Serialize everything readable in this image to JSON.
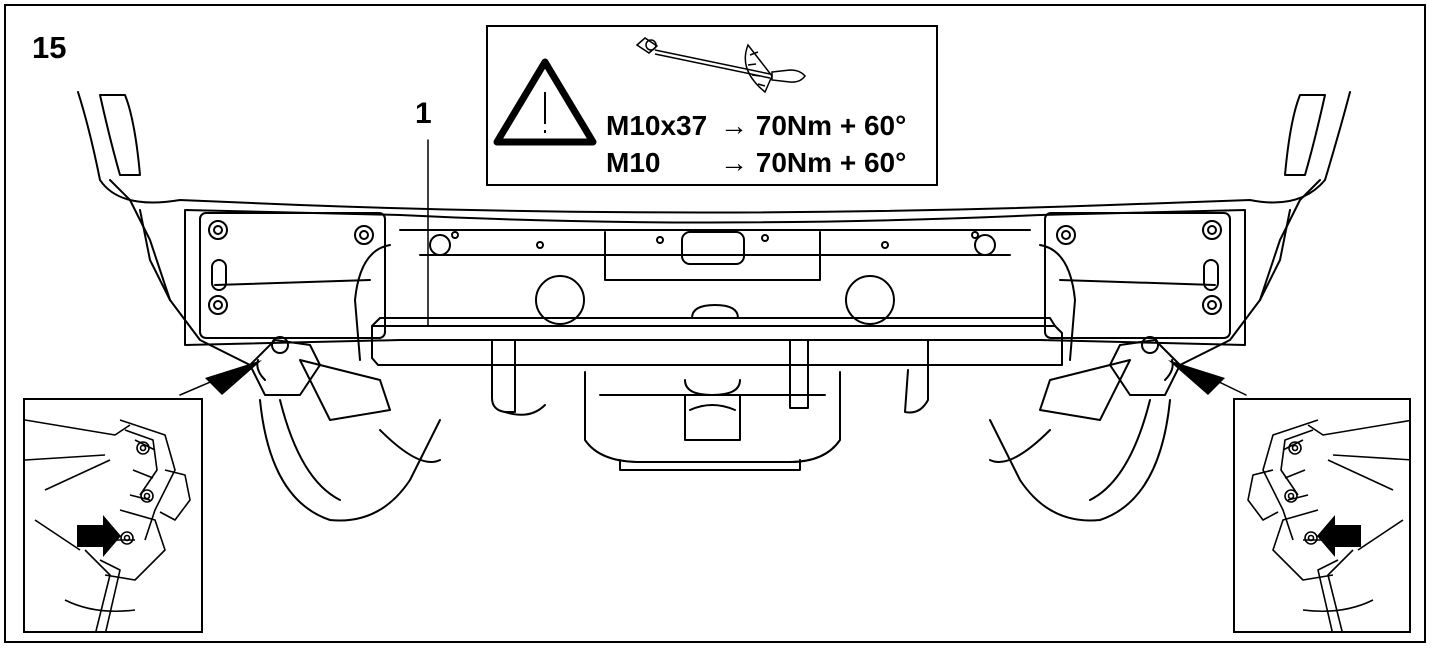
{
  "figure": {
    "step_number": "15",
    "callout_label": "1"
  },
  "torque_spec": {
    "rows": [
      {
        "bolt": "M10x37",
        "value": "→ 70Nm + 60°"
      },
      {
        "bolt": "M10",
        "value": "→ 70Nm + 60°"
      }
    ]
  },
  "icons": {
    "warning": "warning-triangle-icon",
    "tool": "torque-wrench-icon",
    "arrow": "pointer-arrow-icon"
  },
  "colors": {
    "line": "#000000",
    "background": "#ffffff"
  }
}
